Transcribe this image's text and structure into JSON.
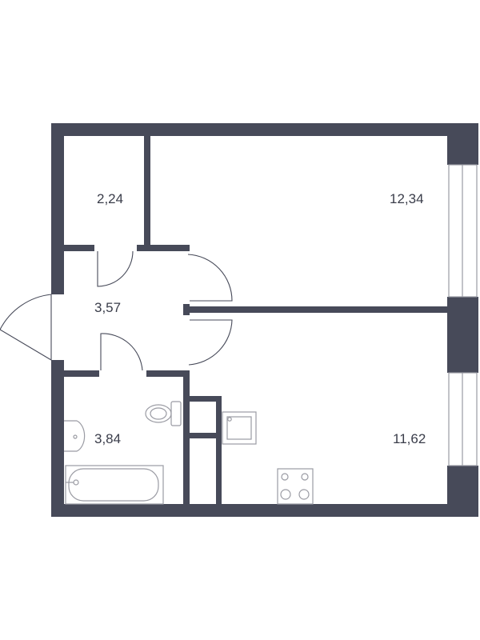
{
  "colors": {
    "wall": "#474a59",
    "fixture": "#9a9ba3",
    "background": "#ffffff",
    "label": "#3a3d4a"
  },
  "rooms": [
    {
      "id": "storage",
      "area": "2,24"
    },
    {
      "id": "living-room",
      "area": "12,34"
    },
    {
      "id": "hallway",
      "area": "3,57"
    },
    {
      "id": "bathroom",
      "area": "3,84"
    },
    {
      "id": "kitchen",
      "area": "11,62"
    }
  ],
  "fixtures": [
    "toilet-icon",
    "sink-icon",
    "bathtub-icon",
    "kitchen-sink-icon",
    "stove-icon",
    "door-swing-icon",
    "window-icon"
  ]
}
